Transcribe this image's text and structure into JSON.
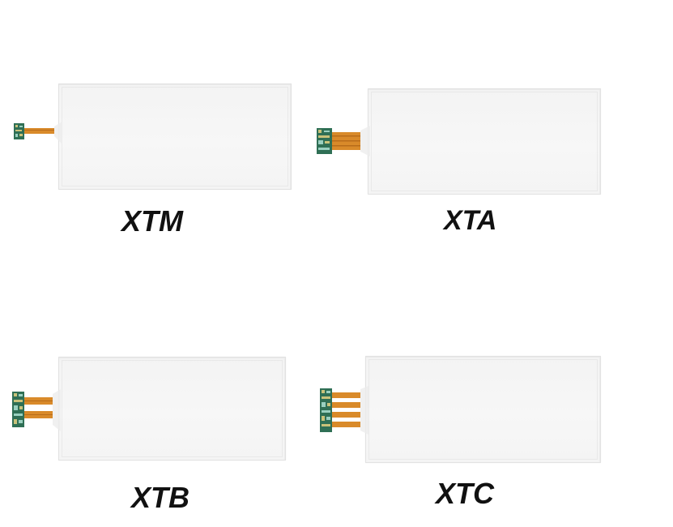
{
  "products": [
    {
      "id": "xtm",
      "label": "XTM",
      "connector_icon": "fpc-single-lane-connector-icon"
    },
    {
      "id": "xta",
      "label": "XTA",
      "connector_icon": "fpc-wide-connector-icon"
    },
    {
      "id": "xtb",
      "label": "XTB",
      "connector_icon": "fpc-dual-lane-connector-icon"
    },
    {
      "id": "xtc",
      "label": "XTC",
      "connector_icon": "fpc-quad-lane-connector-icon"
    }
  ],
  "colors": {
    "background": "#ffffff",
    "panel": "#f5f5f5",
    "flex_cable": "#d98a2a",
    "connector_board": "#2f6f55",
    "label": "#111111"
  }
}
